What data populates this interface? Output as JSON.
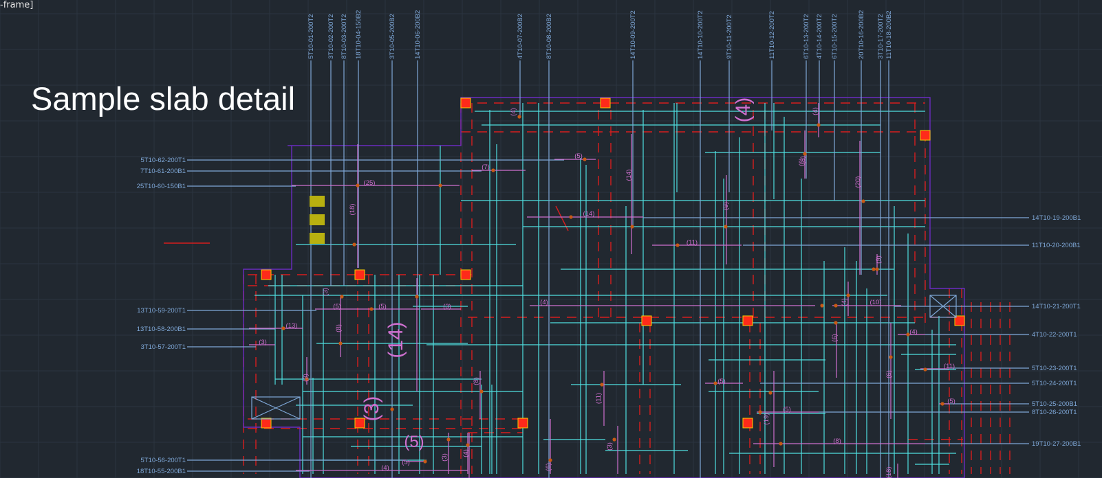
{
  "window": {
    "frame_label": "-frame]"
  },
  "title": "Sample slab detail",
  "colors": {
    "background": "#212830",
    "grid": "#2c3540",
    "bar": "#4fe0e0",
    "bar_label": "#7fa8d8",
    "dimension": "#d070d0",
    "column": "#ff2a1a",
    "hidden_line": "#d81e1e",
    "slab_outline": "#6a2cc0",
    "title": "#ffffff"
  },
  "top_bars": [
    "5T10-01-200T2",
    "3T10-02-200T2",
    "8T10-03-200T2",
    "18T10-04-150B2",
    "3T10-05-200B2",
    "14T10-06-200B2",
    "4T10-07-200B2",
    "8T10-08-200B2",
    "14T10-09-200T2",
    "14T10-10-200T2",
    "9T10-11-200T2",
    "11T10-12-200T2",
    "6T10-13-200T2",
    "4T10-14-200T2",
    "6T10-15-200T2",
    "20T10-16-200B2",
    "3T10-17-200T2",
    "11T10-18-200B2"
  ],
  "left_bars": [
    "5T10-62-200T1",
    "7T10-61-200B1",
    "25T10-60-150B1",
    "13T10-59-200T1",
    "13T10-58-200B1",
    "3T10-57-200T1",
    "5T10-56-200T1",
    "18T10-55-200B1"
  ],
  "right_bars": [
    "14T10-19-200B1",
    "11T10-20-200B1",
    "14T10-21-200T1",
    "4T10-22-200T1",
    "5T10-23-200T1",
    "5T10-24-200T1",
    "5T10-25-200B1",
    "8T10-26-200T1",
    "19T10-27-200B1"
  ],
  "dim_labels": [
    "(25)",
    "(7)",
    "(5)",
    "(14)",
    "(11)",
    "(18)",
    "(14)",
    "(9)",
    "(20)",
    "(6)",
    "(4)",
    "(4)",
    "(5)",
    "(5)",
    "(3)",
    "(13)",
    "(3)",
    "(8)",
    "(3)",
    "(3)",
    "(4)",
    "(10)",
    "(4)",
    "(4)",
    "(6)",
    "(6)",
    "(11)",
    "(5)",
    "(5)",
    "(5)",
    "(8)",
    "(19)",
    "(11)",
    "(8)",
    "(9)",
    "(3)",
    "(4)",
    "(4)",
    "(18)",
    "(3)",
    "(6)",
    "(8)",
    "(5)"
  ],
  "big_labels": [
    "(4)",
    "(14)",
    "(3)",
    "(5)"
  ]
}
